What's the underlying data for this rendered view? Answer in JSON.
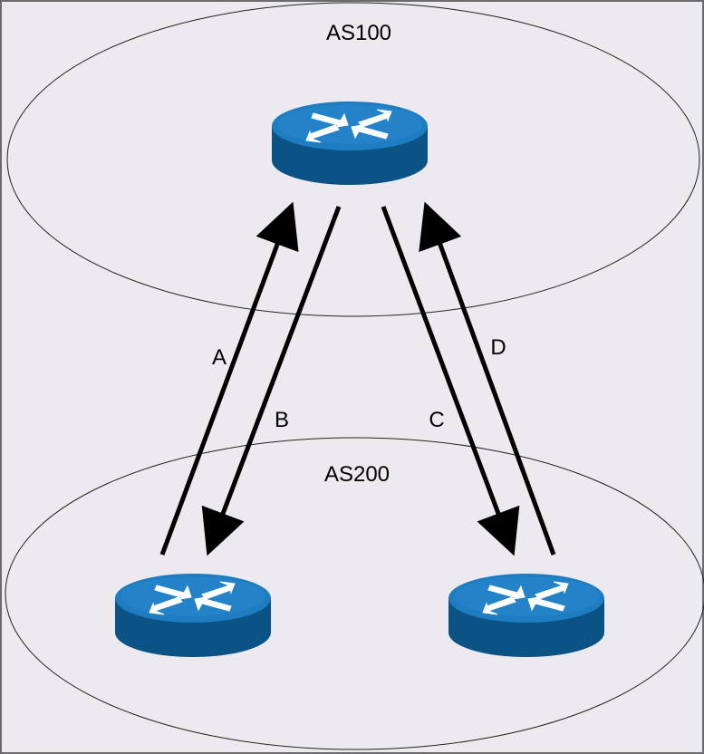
{
  "diagram": {
    "background_color": "#eceaee",
    "border_color": "#6b6b6b",
    "arrow_color": "#000000",
    "autonomous_systems": [
      {
        "name": "AS100",
        "routers": [
          "router-icon"
        ]
      },
      {
        "name": "AS200",
        "routers": [
          "router-icon",
          "router-icon"
        ]
      }
    ],
    "router": {
      "icon": "router-icon",
      "top_color": "#1e7dc0",
      "body_color": "#0a5384",
      "arrow_glyph_color": "#ffffff"
    },
    "connections": [
      {
        "label": "A",
        "from": "AS200 left router",
        "to": "AS100 router"
      },
      {
        "label": "B",
        "from": "AS100 router",
        "to": "AS200 left router"
      },
      {
        "label": "C",
        "from": "AS100 router",
        "to": "AS200 right router"
      },
      {
        "label": "D",
        "from": "AS200 right router",
        "to": "AS100 router"
      }
    ]
  }
}
